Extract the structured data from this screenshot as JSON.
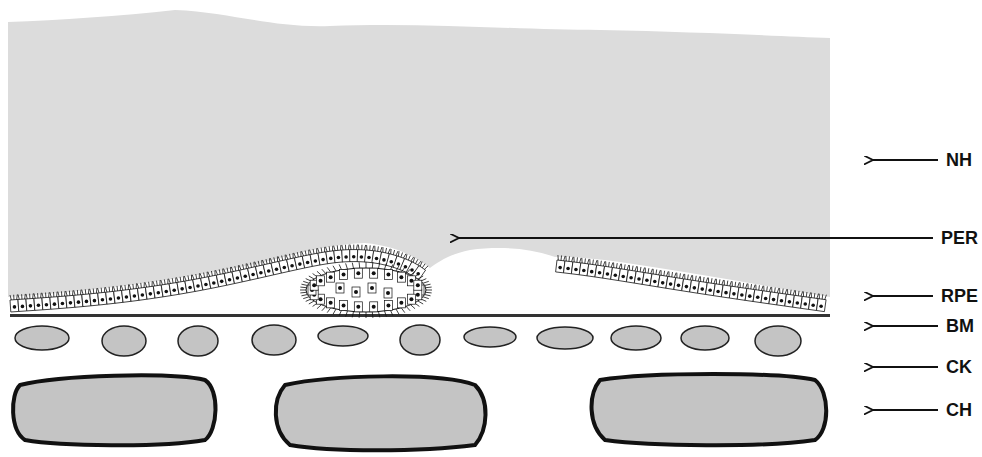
{
  "diagram": {
    "labels": [
      "NH",
      "PER",
      "RPE",
      "BM",
      "CK",
      "CH"
    ]
  }
}
